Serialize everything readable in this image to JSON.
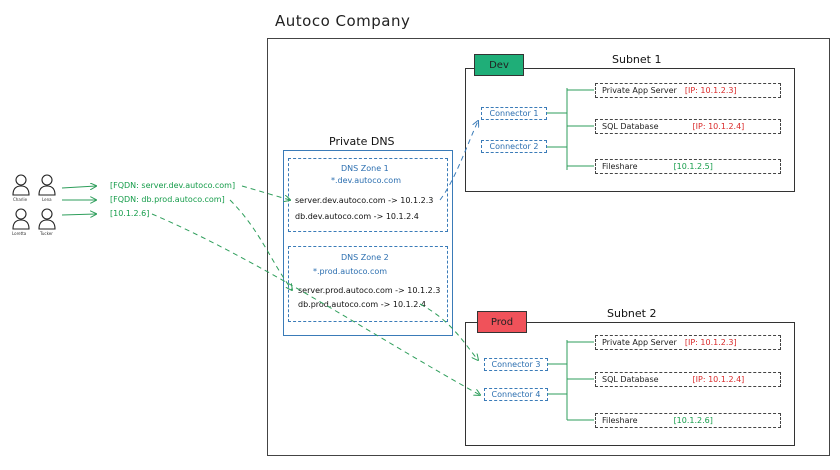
{
  "company": {
    "title": "Autoco Company"
  },
  "private_dns": {
    "title": "Private DNS",
    "zones": [
      {
        "title": "DNS Zone 1",
        "domain": "*.dev.autoco.com",
        "records": [
          "server.dev.autoco.com -> 10.1.2.3",
          "db.dev.autoco.com -> 10.1.2.4"
        ]
      },
      {
        "title": "DNS Zone 2",
        "domain": "*.prod.autoco.com",
        "records": [
          "server.prod.autoco.com -> 10.1.2.3",
          "db.prod.autoco.com -> 10.1.2.4"
        ]
      }
    ]
  },
  "subnets": [
    {
      "title": "Subnet 1",
      "tag": "Dev",
      "connectors": [
        "Connector 1",
        "Connector 2"
      ],
      "resources": [
        {
          "name": "Private App Server",
          "ip": "[IP: 10.1.2.3]"
        },
        {
          "name": "SQL Database",
          "ip": "[IP: 10.1.2.4]"
        },
        {
          "name": "Fileshare",
          "ip": "[10.1.2.5]"
        }
      ]
    },
    {
      "title": "Subnet 2",
      "tag": "Prod",
      "connectors": [
        "Connector 3",
        "Connector 4"
      ],
      "resources": [
        {
          "name": "Private App Server",
          "ip": "[IP: 10.1.2.3]"
        },
        {
          "name": "SQL Database",
          "ip": "[IP: 10.1.2.4]"
        },
        {
          "name": "Fileshare",
          "ip": "[10.1.2.6]"
        }
      ]
    }
  ],
  "users": [
    "Charlie",
    "Lena",
    "Loretta",
    "Tucker"
  ],
  "requests": [
    "[FQDN: server.dev.autoco.com]",
    "[FQDN: db.prod.autoco.com]",
    "[10.1.2.6]"
  ],
  "colors": {
    "dev": "#1fae78",
    "prod": "#f0525a",
    "dns": "#3a7bb8",
    "route": "#2e9e5b",
    "ip_red": "#d92b2b",
    "ip_green": "#159c4a"
  }
}
